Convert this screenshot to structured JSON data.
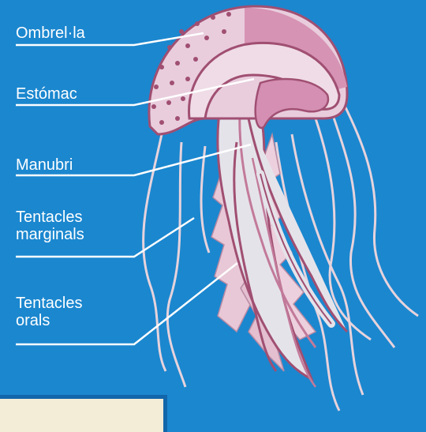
{
  "colors": {
    "background": "#1b87cf",
    "umbrella": "#e9cddd",
    "umbrella_accent": "#d693b4",
    "body": "#e3e3ea",
    "outline": "#a04f72",
    "tentacle": "#e7d3dc",
    "leader_line": "#ffffff",
    "caption_box": "#f3ecd7"
  },
  "labels": {
    "umbrella": "Ombrel·la",
    "stomach": "Estómac",
    "manubrium": "Manubri",
    "marginal_tentacles": "Tentacles\nmarginals",
    "oral_tentacles": "Tentacles\norals"
  }
}
